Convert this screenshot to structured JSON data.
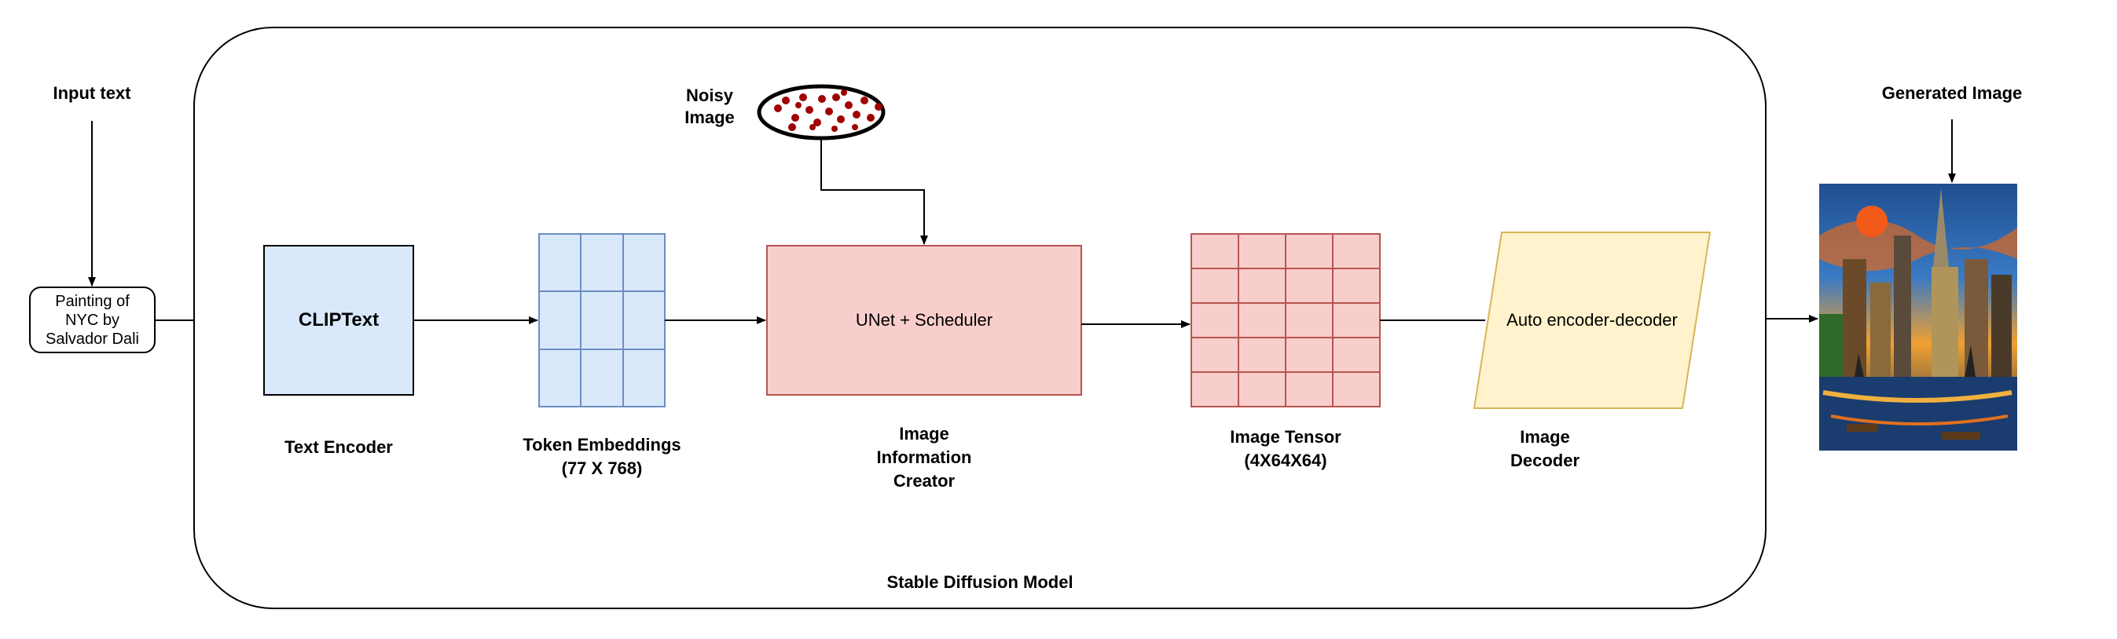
{
  "labels": {
    "input_text": "Input text",
    "prompt": "Painting of\nNYC by\nSalvador Dali",
    "noisy_image": "Noisy\nImage",
    "generated_image": "Generated Image",
    "cliptext": "CLIPText",
    "text_encoder": "Text Encoder",
    "token_embeddings": "Token Embeddings\n(77 X 768)",
    "unet": "UNet + Scheduler",
    "image_information_creator": "Image\nInformation\nCreator",
    "image_tensor": "Image Tensor\n(4X64X64)",
    "auto_encoder_decoder": "Auto encoder-decoder",
    "image_decoder": "Image\nDecoder",
    "model": "Stable Diffusion Model"
  },
  "colors": {
    "blue_fill": "#dae8fc",
    "blue_stroke": "#6c8ebf",
    "red_fill": "#f8cecc",
    "red_stroke": "#b85450",
    "yellow_fill": "#fff2cc",
    "yellow_stroke": "#d6b656",
    "noise_dot": "#a00000"
  }
}
